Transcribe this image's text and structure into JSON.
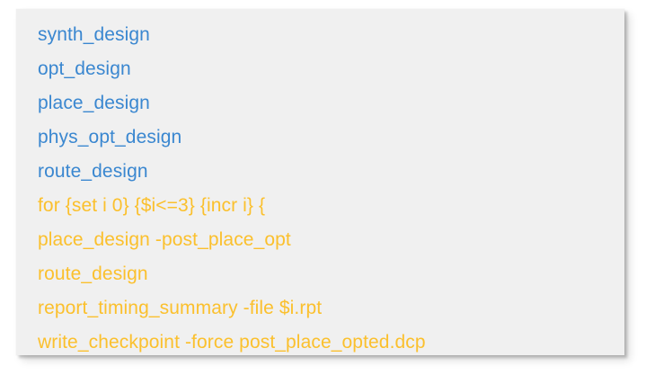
{
  "panel": {
    "background_color": "#f0f0f0",
    "page_background_color": "#ffffff",
    "has_drop_shadow": true
  },
  "colors": {
    "blue": "#3a87d0",
    "amber": "#fbc02d"
  },
  "code": {
    "language": "tcl",
    "lines": [
      {
        "text": "synth_design",
        "color_key": "blue"
      },
      {
        "text": "opt_design",
        "color_key": "blue"
      },
      {
        "text": "place_design",
        "color_key": "blue"
      },
      {
        "text": "phys_opt_design",
        "color_key": "blue"
      },
      {
        "text": "route_design",
        "color_key": "blue"
      },
      {
        "text": "for {set i 0} {$i<=3} {incr i} {",
        "color_key": "amber"
      },
      {
        "text": "place_design -post_place_opt",
        "color_key": "amber"
      },
      {
        "text": "route_design",
        "color_key": "amber"
      },
      {
        "text": "report_timing_summary -file $i.rpt",
        "color_key": "amber"
      },
      {
        "text": "write_checkpoint -force post_place_opted.dcp",
        "color_key": "amber"
      }
    ]
  }
}
